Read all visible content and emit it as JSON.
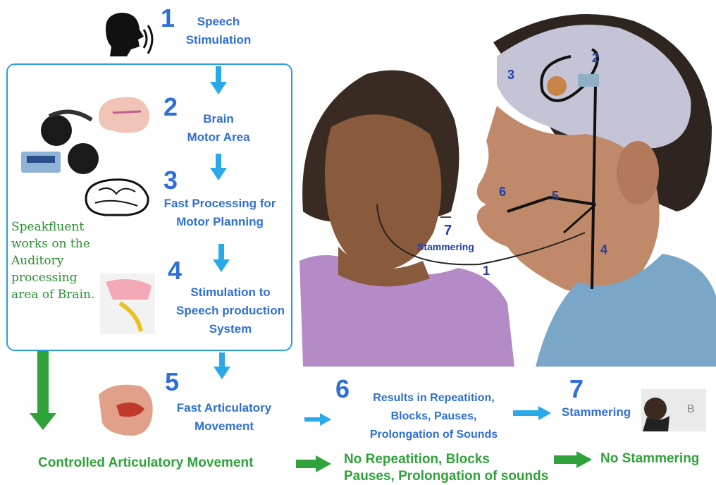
{
  "steps": [
    {
      "num": "1",
      "label_lines": [
        "Speech",
        "Stimulation"
      ]
    },
    {
      "num": "2",
      "label_lines": [
        "Brain",
        "Motor Area"
      ]
    },
    {
      "num": "3",
      "label_lines": [
        "Fast Processing for",
        "Motor Planning"
      ]
    },
    {
      "num": "4",
      "label_lines": [
        "Stimulation to",
        "Speech production",
        "System"
      ]
    },
    {
      "num": "5",
      "label_lines": [
        "Fast Articulatory",
        "Movement"
      ]
    },
    {
      "num": "6",
      "label_lines": [
        "Results in Repeatition,",
        "Blocks, Pauses,",
        "Prolongation of Sounds"
      ]
    },
    {
      "num": "7",
      "label_lines": [
        "Stammering"
      ]
    }
  ],
  "speakfluent_note": [
    "Speakfluent",
    "works on the",
    "Auditory",
    "processing",
    "area of Brain."
  ],
  "controlled": {
    "movement": "Controlled Articulatory Movement",
    "result_lines": [
      "No Repeatition, Blocks",
      "Pauses, Prolongation of sounds"
    ],
    "outcome": "No Stammering"
  },
  "overlay": {
    "n1": "1",
    "n2": "2",
    "n3": "3",
    "n4": "4",
    "n5": "5",
    "n6": "6",
    "n7": "7",
    "stammering": "Stammering"
  },
  "icons": [
    "speaking-head-icon",
    "headphone-device-icon",
    "brain-motor-illustration",
    "brain-outline-icon",
    "head-anatomy-illustration",
    "mouth-anatomy-illustration",
    "stammering-boy-photo",
    "conversation-illustration"
  ],
  "colors": {
    "blue_text": "#2f6fd6",
    "blue_arrow": "#2aa9e8",
    "green": "#2fa33a",
    "box_border": "#2a9de0"
  }
}
